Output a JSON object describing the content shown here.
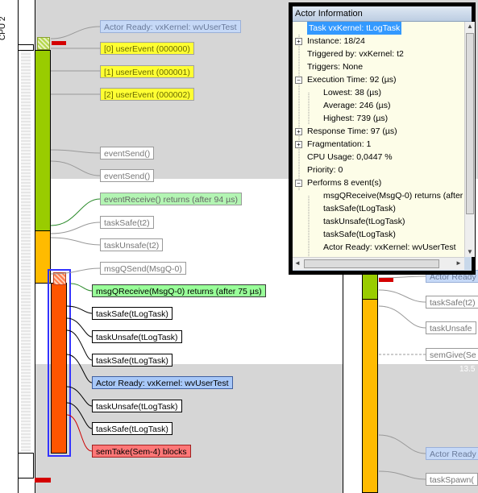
{
  "cpu_label": "CPU 2",
  "timestamp_label": "13.5",
  "colors": {
    "band_grey": "#d6d6d6",
    "bar_lime": "#99cc00",
    "bar_orange": "#ffbb00",
    "bar_red": "#ff5500",
    "selection_blue": "#3399ff"
  },
  "events_left": [
    {
      "text": "Actor Ready: vxKernel: wvUserTest",
      "style": "blue faded"
    },
    {
      "text": "[0] userEvent (000000)",
      "style": "yellow"
    },
    {
      "text": "[1] userEvent (000001)",
      "style": "yellow"
    },
    {
      "text": "[2] userEvent (000002)",
      "style": "yellow"
    },
    {
      "text": "eventSend()",
      "style": "faded"
    },
    {
      "text": "eventSend()",
      "style": "faded"
    },
    {
      "text": "eventReceive() returns (after 94 µs)",
      "style": "green faded"
    },
    {
      "text": "taskSafe(t2)",
      "style": "faded"
    },
    {
      "text": "taskUnsafe(t2)",
      "style": "faded"
    },
    {
      "text": "msgQSend(MsgQ-0)",
      "style": "faded"
    },
    {
      "text": "msgQReceive(MsgQ-0) returns (after 75 µs)",
      "style": "green"
    },
    {
      "text": "taskSafe(tLogTask)",
      "style": ""
    },
    {
      "text": "taskUnsafe(tLogTask)",
      "style": ""
    },
    {
      "text": "taskSafe(tLogTask)",
      "style": ""
    },
    {
      "text": "Actor Ready: vxKernel: wvUserTest",
      "style": "blue"
    },
    {
      "text": "taskUnsafe(tLogTask)",
      "style": ""
    },
    {
      "text": "taskSafe(tLogTask)",
      "style": ""
    },
    {
      "text": "semTake(Sem-4) blocks",
      "style": "red"
    }
  ],
  "events_right": [
    {
      "text": "Actor Ready",
      "style": "blue faded"
    },
    {
      "text": "taskSafe(t2)",
      "style": "faded"
    },
    {
      "text": "taskUnsafe",
      "style": "faded"
    },
    {
      "text": "semGive(Se",
      "style": "faded"
    },
    {
      "text": "Actor Ready",
      "style": "blue faded"
    },
    {
      "text": "taskSpawn(",
      "style": "faded"
    }
  ],
  "panel": {
    "title": "Actor Information",
    "rows": [
      {
        "text": "Task vxKernel: tLogTask",
        "indent": 0,
        "expander": "",
        "selected": true
      },
      {
        "text": "Instance: 18/24",
        "indent": 0,
        "expander": "+"
      },
      {
        "text": "Triggered by: vxKernel: t2",
        "indent": 0,
        "expander": ""
      },
      {
        "text": "Triggers: None",
        "indent": 0,
        "expander": ""
      },
      {
        "text": "Execution Time: 92 (µs)",
        "indent": 0,
        "expander": "−"
      },
      {
        "text": "Lowest: 38 (µs)",
        "indent": 1,
        "expander": ""
      },
      {
        "text": "Average: 246 (µs)",
        "indent": 1,
        "expander": ""
      },
      {
        "text": "Highest: 739 (µs)",
        "indent": 1,
        "expander": ""
      },
      {
        "text": "Response Time: 97 (µs)",
        "indent": 0,
        "expander": "+"
      },
      {
        "text": "Fragmentation: 1",
        "indent": 0,
        "expander": "+"
      },
      {
        "text": "CPU Usage: 0,0447 %",
        "indent": 0,
        "expander": ""
      },
      {
        "text": "Priority: 0",
        "indent": 0,
        "expander": ""
      },
      {
        "text": "Performs 8 event(s)",
        "indent": 0,
        "expander": "−"
      },
      {
        "text": "msgQReceive(MsgQ-0) returns (after",
        "indent": 1,
        "expander": ""
      },
      {
        "text": "taskSafe(tLogTask)",
        "indent": 1,
        "expander": ""
      },
      {
        "text": "taskUnsafe(tLogTask)",
        "indent": 1,
        "expander": ""
      },
      {
        "text": "taskSafe(tLogTask)",
        "indent": 1,
        "expander": ""
      },
      {
        "text": "Actor Ready: vxKernel: wvUserTest",
        "indent": 1,
        "expander": ""
      }
    ]
  }
}
